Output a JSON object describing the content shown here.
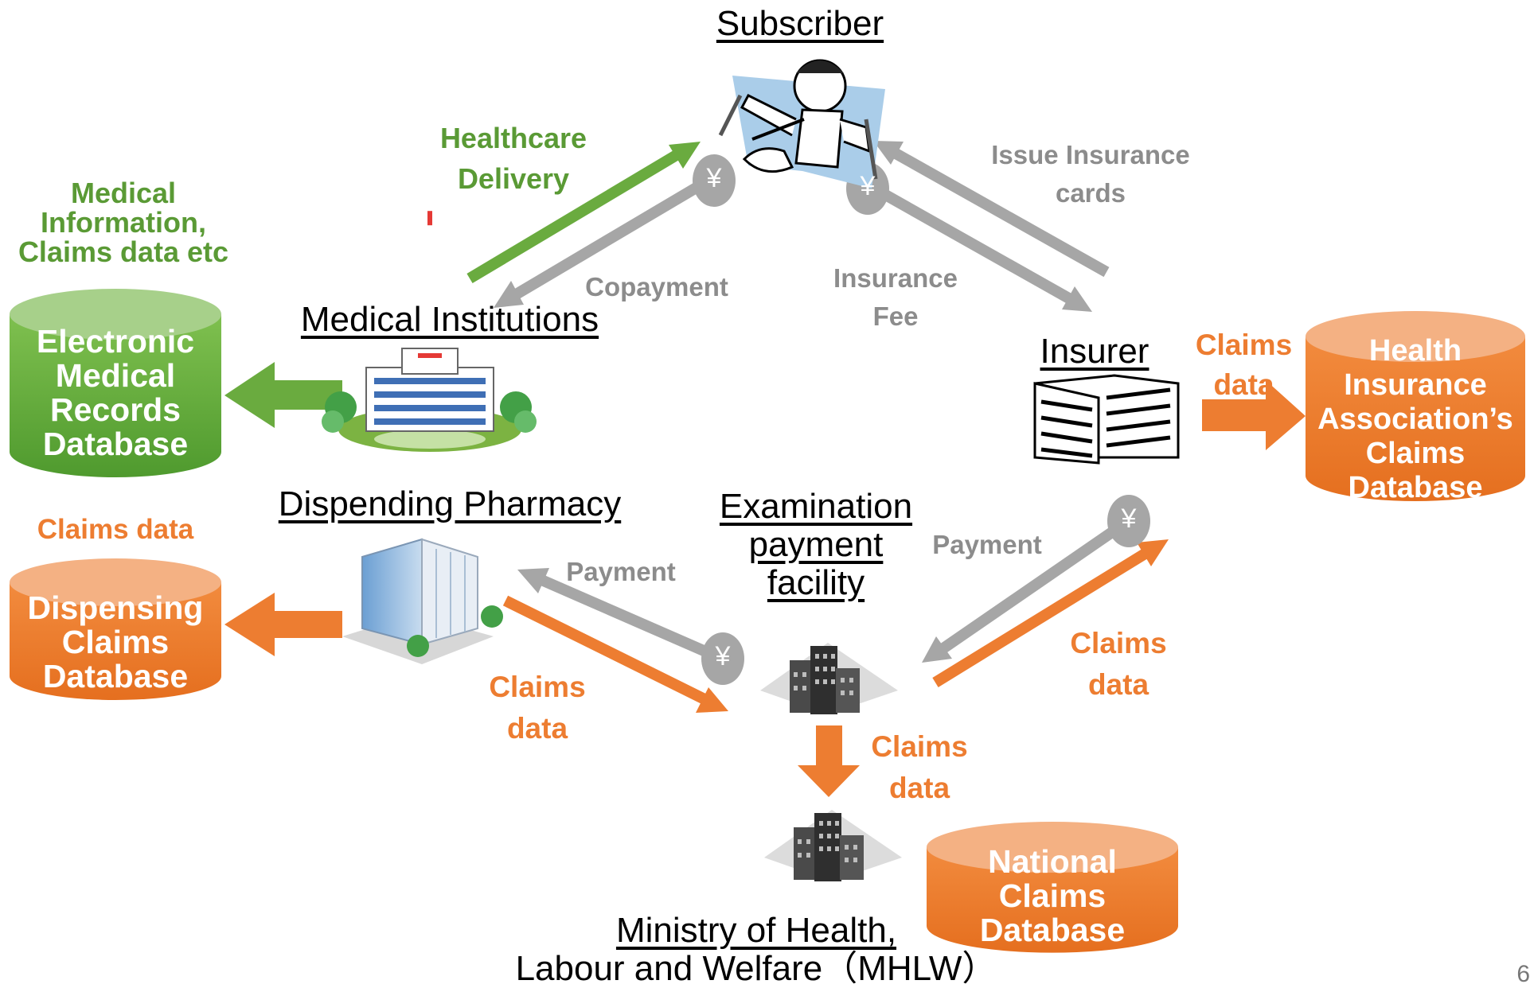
{
  "nodes": {
    "subscriber": "Subscriber",
    "medical_institutions": "Medical Institutions",
    "insurer": "Insurer",
    "dispending_pharmacy": "Dispending Pharmacy",
    "examination_line1": "Examination",
    "examination_line2": "payment",
    "examination_line3": "facility",
    "mhlw_line1": "Ministry of Health,",
    "mhlw_line2": "Labour and Welfare（MHLW）"
  },
  "flows": {
    "healthcare_line1": "Healthcare",
    "healthcare_line2": "Delivery",
    "copayment": "Copayment",
    "insurance_fee_line1": "Insurance",
    "insurance_fee_line2": "Fee",
    "issue_cards_line1": "Issue Insurance",
    "issue_cards_line2": "cards",
    "payment_pharmacy": "Payment",
    "payment_insurer": "Payment",
    "claims_pharmacy_line1": "Claims",
    "claims_pharmacy_line2": "data",
    "claims_insurer_line1": "Claims",
    "claims_insurer_line2": "data",
    "claims_mhlw_line1": "Claims",
    "claims_mhlw_line2": "data",
    "claims_hia_line1": "Claims",
    "claims_hia_line2": "data",
    "claims_dispensing": "Claims data",
    "medical_info_line1": "Medical",
    "medical_info_line2": "Information,",
    "medical_info_line3": "Claims data etc"
  },
  "databases": {
    "emr": [
      "Electronic",
      "Medical",
      "Records",
      "Database"
    ],
    "hia": [
      "Health",
      "Insurance",
      "Association’s",
      "Claims",
      "Database"
    ],
    "dispensing": [
      "Dispensing",
      "Claims",
      "Database"
    ],
    "national": [
      "National",
      "Claims",
      "Database"
    ]
  },
  "yen_symbol": "¥",
  "page_number": "6",
  "icons": {
    "subscriber": "injured-person-icon",
    "medical": "hospital-icon",
    "insurer": "insurer-building-icon",
    "pharmacy": "pharmacy-building-icon",
    "examination": "office-buildings-icon",
    "mhlw": "office-buildings-icon"
  },
  "colors": {
    "green": "#6aab3f",
    "orange": "#ed7d31",
    "gray": "#a6a6a6"
  }
}
